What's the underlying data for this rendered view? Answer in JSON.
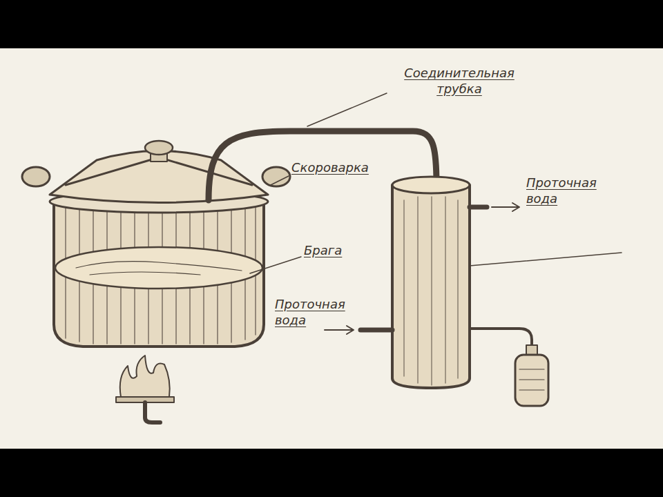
{
  "diagram": {
    "labels": [
      "Соединительная трубка",
      "Скороварка",
      "Брага",
      "Проточная вода",
      "Проточная вода"
    ]
  }
}
